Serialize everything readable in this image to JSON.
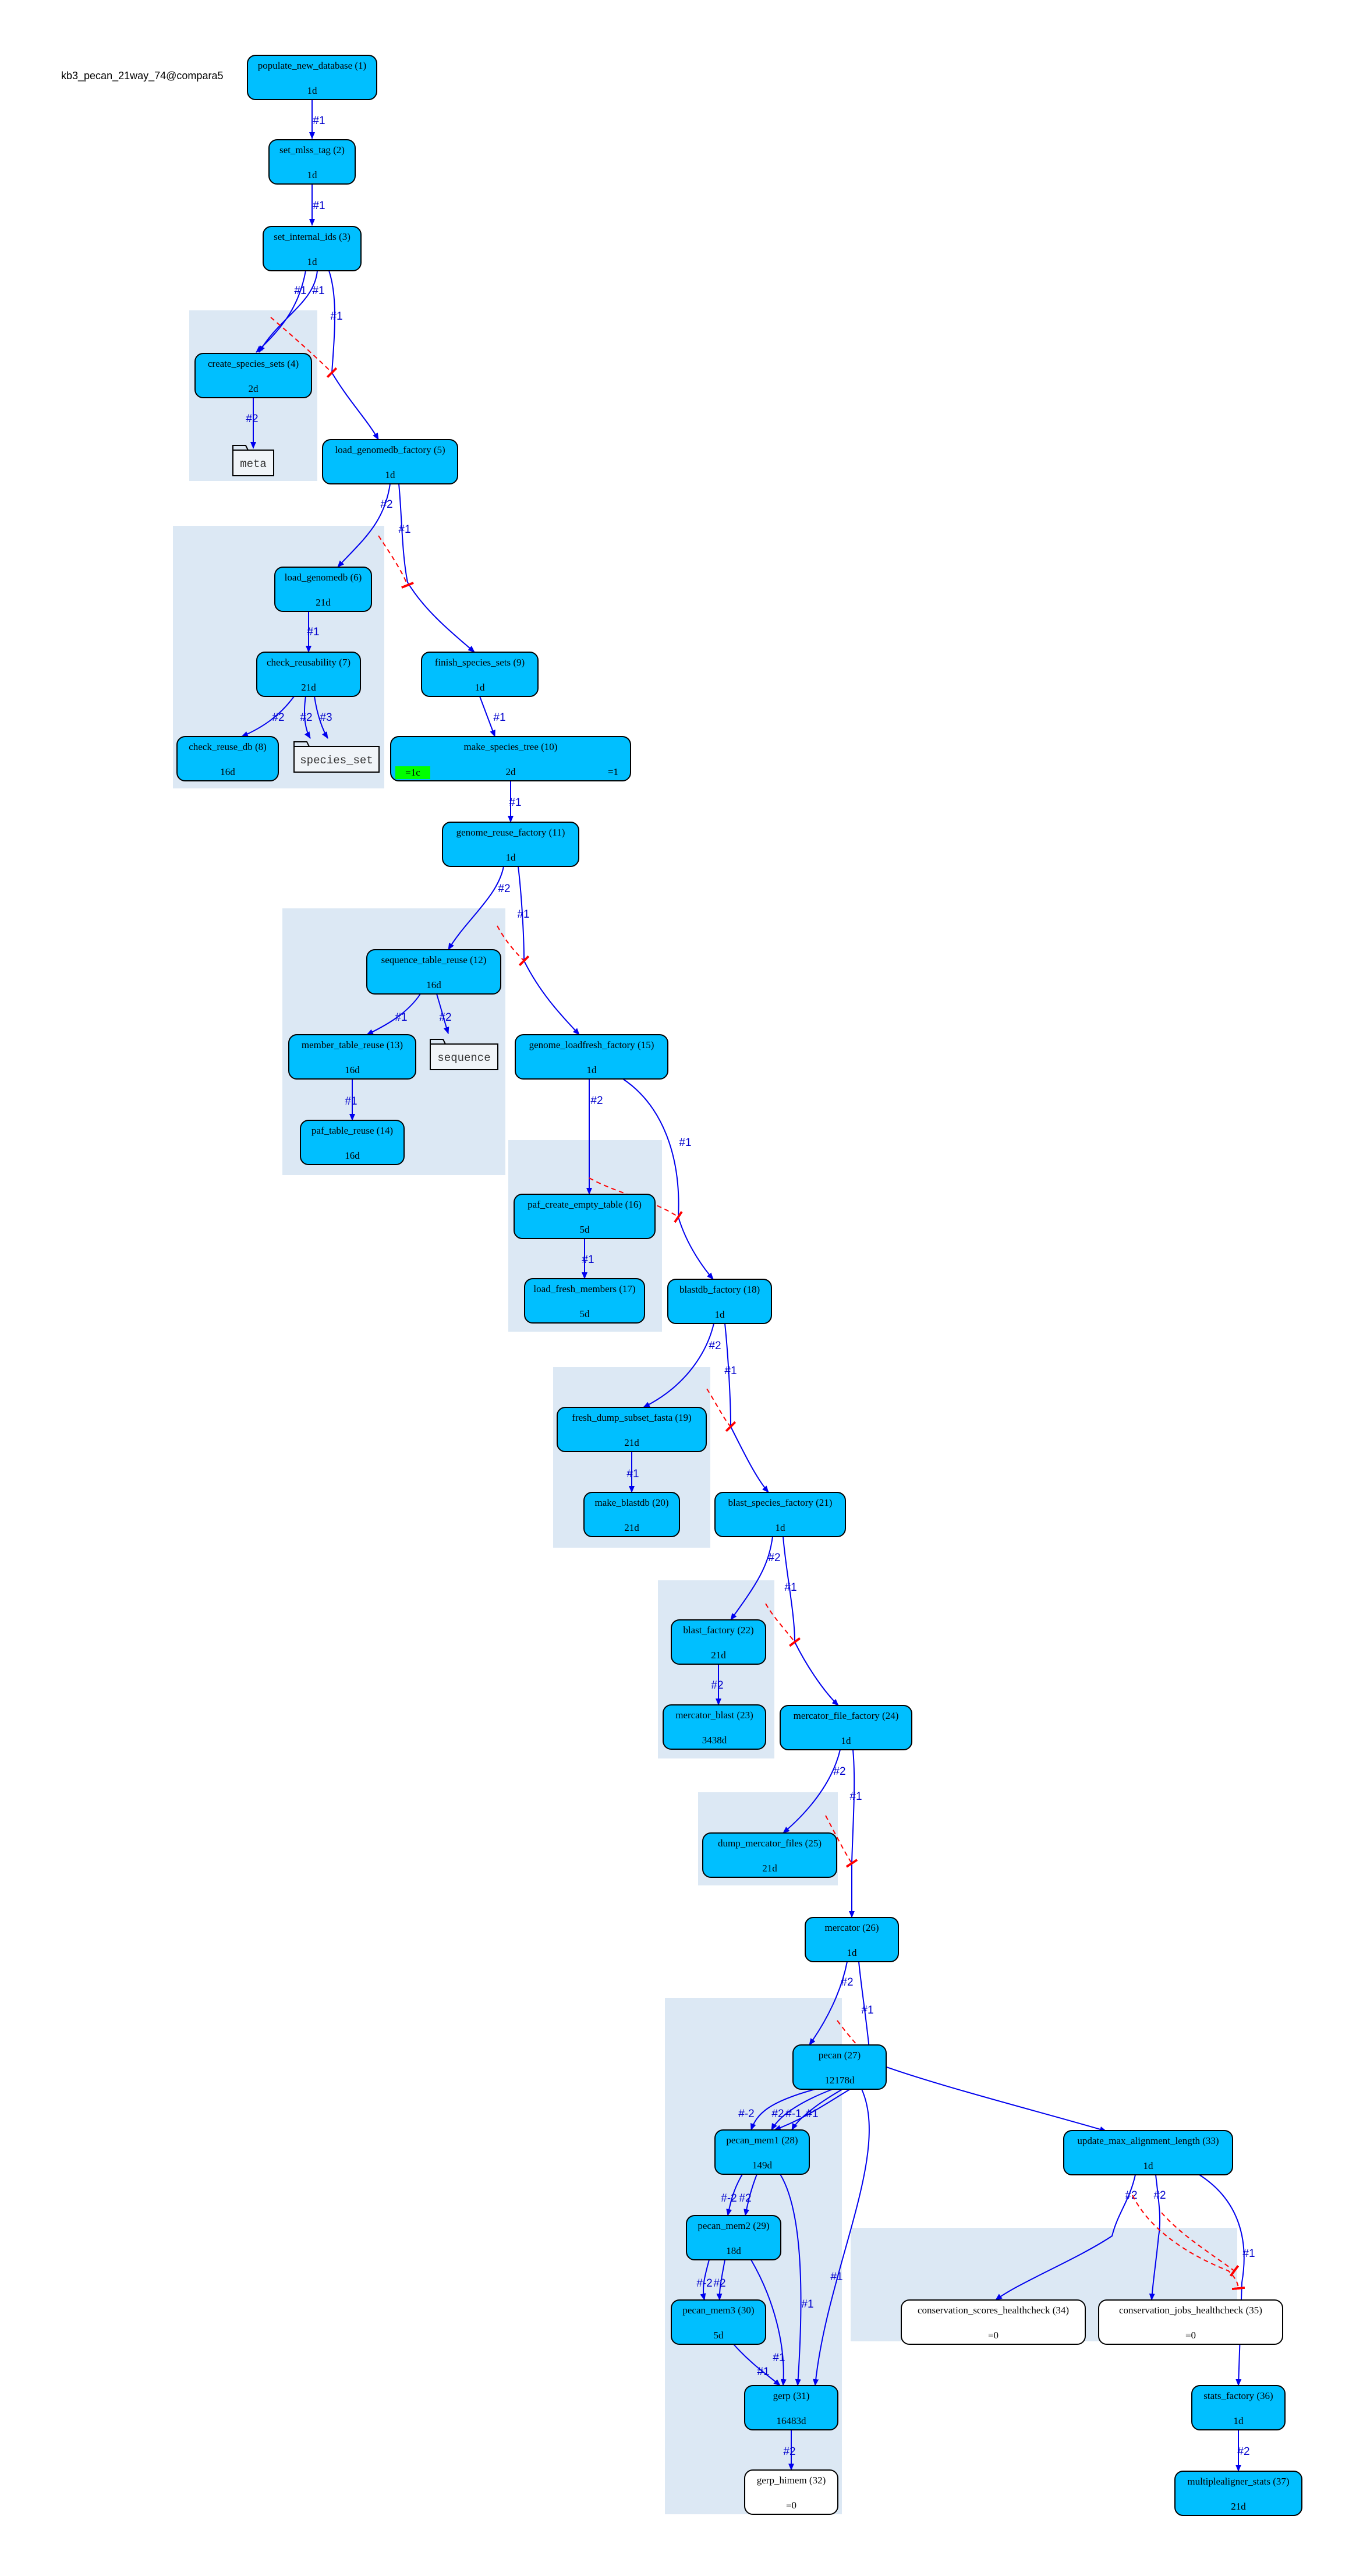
{
  "title": "kb3_pecan_21way_74@compara5",
  "colors": {
    "active_node": "#00bfff",
    "inactive_node": "#ffffff",
    "cluster": "#dce8f4",
    "edge": "#0000ee",
    "semaphore": "#ff0000",
    "progress_done": "#00ff00"
  },
  "nodes": [
    {
      "id": 1,
      "name": "populate_new_database (1)",
      "status": "1d"
    },
    {
      "id": 2,
      "name": "set_mlss_tag (2)",
      "status": "1d"
    },
    {
      "id": 3,
      "name": "set_internal_ids (3)",
      "status": "1d"
    },
    {
      "id": 4,
      "name": "create_species_sets (4)",
      "status": "2d"
    },
    {
      "id": 5,
      "name": "load_genomedb_factory (5)",
      "status": "1d"
    },
    {
      "id": 6,
      "name": "load_genomedb (6)",
      "status": "21d"
    },
    {
      "id": 7,
      "name": "check_reusability (7)",
      "status": "21d"
    },
    {
      "id": 8,
      "name": "check_reuse_db (8)",
      "status": "16d"
    },
    {
      "id": 9,
      "name": "finish_species_sets (9)",
      "status": "1d"
    },
    {
      "id": 10,
      "name": "make_species_tree (10)",
      "status": "2d",
      "left": "=1c",
      "right": "=1"
    },
    {
      "id": 11,
      "name": "genome_reuse_factory (11)",
      "status": "1d"
    },
    {
      "id": 12,
      "name": "sequence_table_reuse (12)",
      "status": "16d"
    },
    {
      "id": 13,
      "name": "member_table_reuse (13)",
      "status": "16d"
    },
    {
      "id": 14,
      "name": "paf_table_reuse (14)",
      "status": "16d"
    },
    {
      "id": 15,
      "name": "genome_loadfresh_factory (15)",
      "status": "1d"
    },
    {
      "id": 16,
      "name": "paf_create_empty_table (16)",
      "status": "5d"
    },
    {
      "id": 17,
      "name": "load_fresh_members (17)",
      "status": "5d"
    },
    {
      "id": 18,
      "name": "blastdb_factory (18)",
      "status": "1d"
    },
    {
      "id": 19,
      "name": "fresh_dump_subset_fasta (19)",
      "status": "21d"
    },
    {
      "id": 20,
      "name": "make_blastdb (20)",
      "status": "21d"
    },
    {
      "id": 21,
      "name": "blast_species_factory (21)",
      "status": "1d"
    },
    {
      "id": 22,
      "name": "blast_factory (22)",
      "status": "21d"
    },
    {
      "id": 23,
      "name": "mercator_blast (23)",
      "status": "3438d"
    },
    {
      "id": 24,
      "name": "mercator_file_factory (24)",
      "status": "1d"
    },
    {
      "id": 25,
      "name": "dump_mercator_files (25)",
      "status": "21d"
    },
    {
      "id": 26,
      "name": "mercator (26)",
      "status": "1d"
    },
    {
      "id": 27,
      "name": "pecan (27)",
      "status": "12178d"
    },
    {
      "id": 28,
      "name": "pecan_mem1 (28)",
      "status": "149d"
    },
    {
      "id": 29,
      "name": "pecan_mem2 (29)",
      "status": "18d"
    },
    {
      "id": 30,
      "name": "pecan_mem3 (30)",
      "status": "5d"
    },
    {
      "id": 31,
      "name": "gerp (31)",
      "status": "16483d"
    },
    {
      "id": 32,
      "name": "gerp_himem (32)",
      "status": "=0"
    },
    {
      "id": 33,
      "name": "update_max_alignment_length (33)",
      "status": "1d"
    },
    {
      "id": 34,
      "name": "conservation_scores_healthcheck (34)",
      "status": "=0"
    },
    {
      "id": 35,
      "name": "conservation_jobs_healthcheck (35)",
      "status": "=0"
    },
    {
      "id": 36,
      "name": "stats_factory (36)",
      "status": "1d"
    },
    {
      "id": 37,
      "name": "multiplealigner_stats (37)",
      "status": "21d"
    }
  ],
  "tables": [
    "meta",
    "species_set",
    "sequence"
  ],
  "edge_labels": [
    "#1",
    "#2",
    "#3",
    "#-1",
    "#-2"
  ]
}
